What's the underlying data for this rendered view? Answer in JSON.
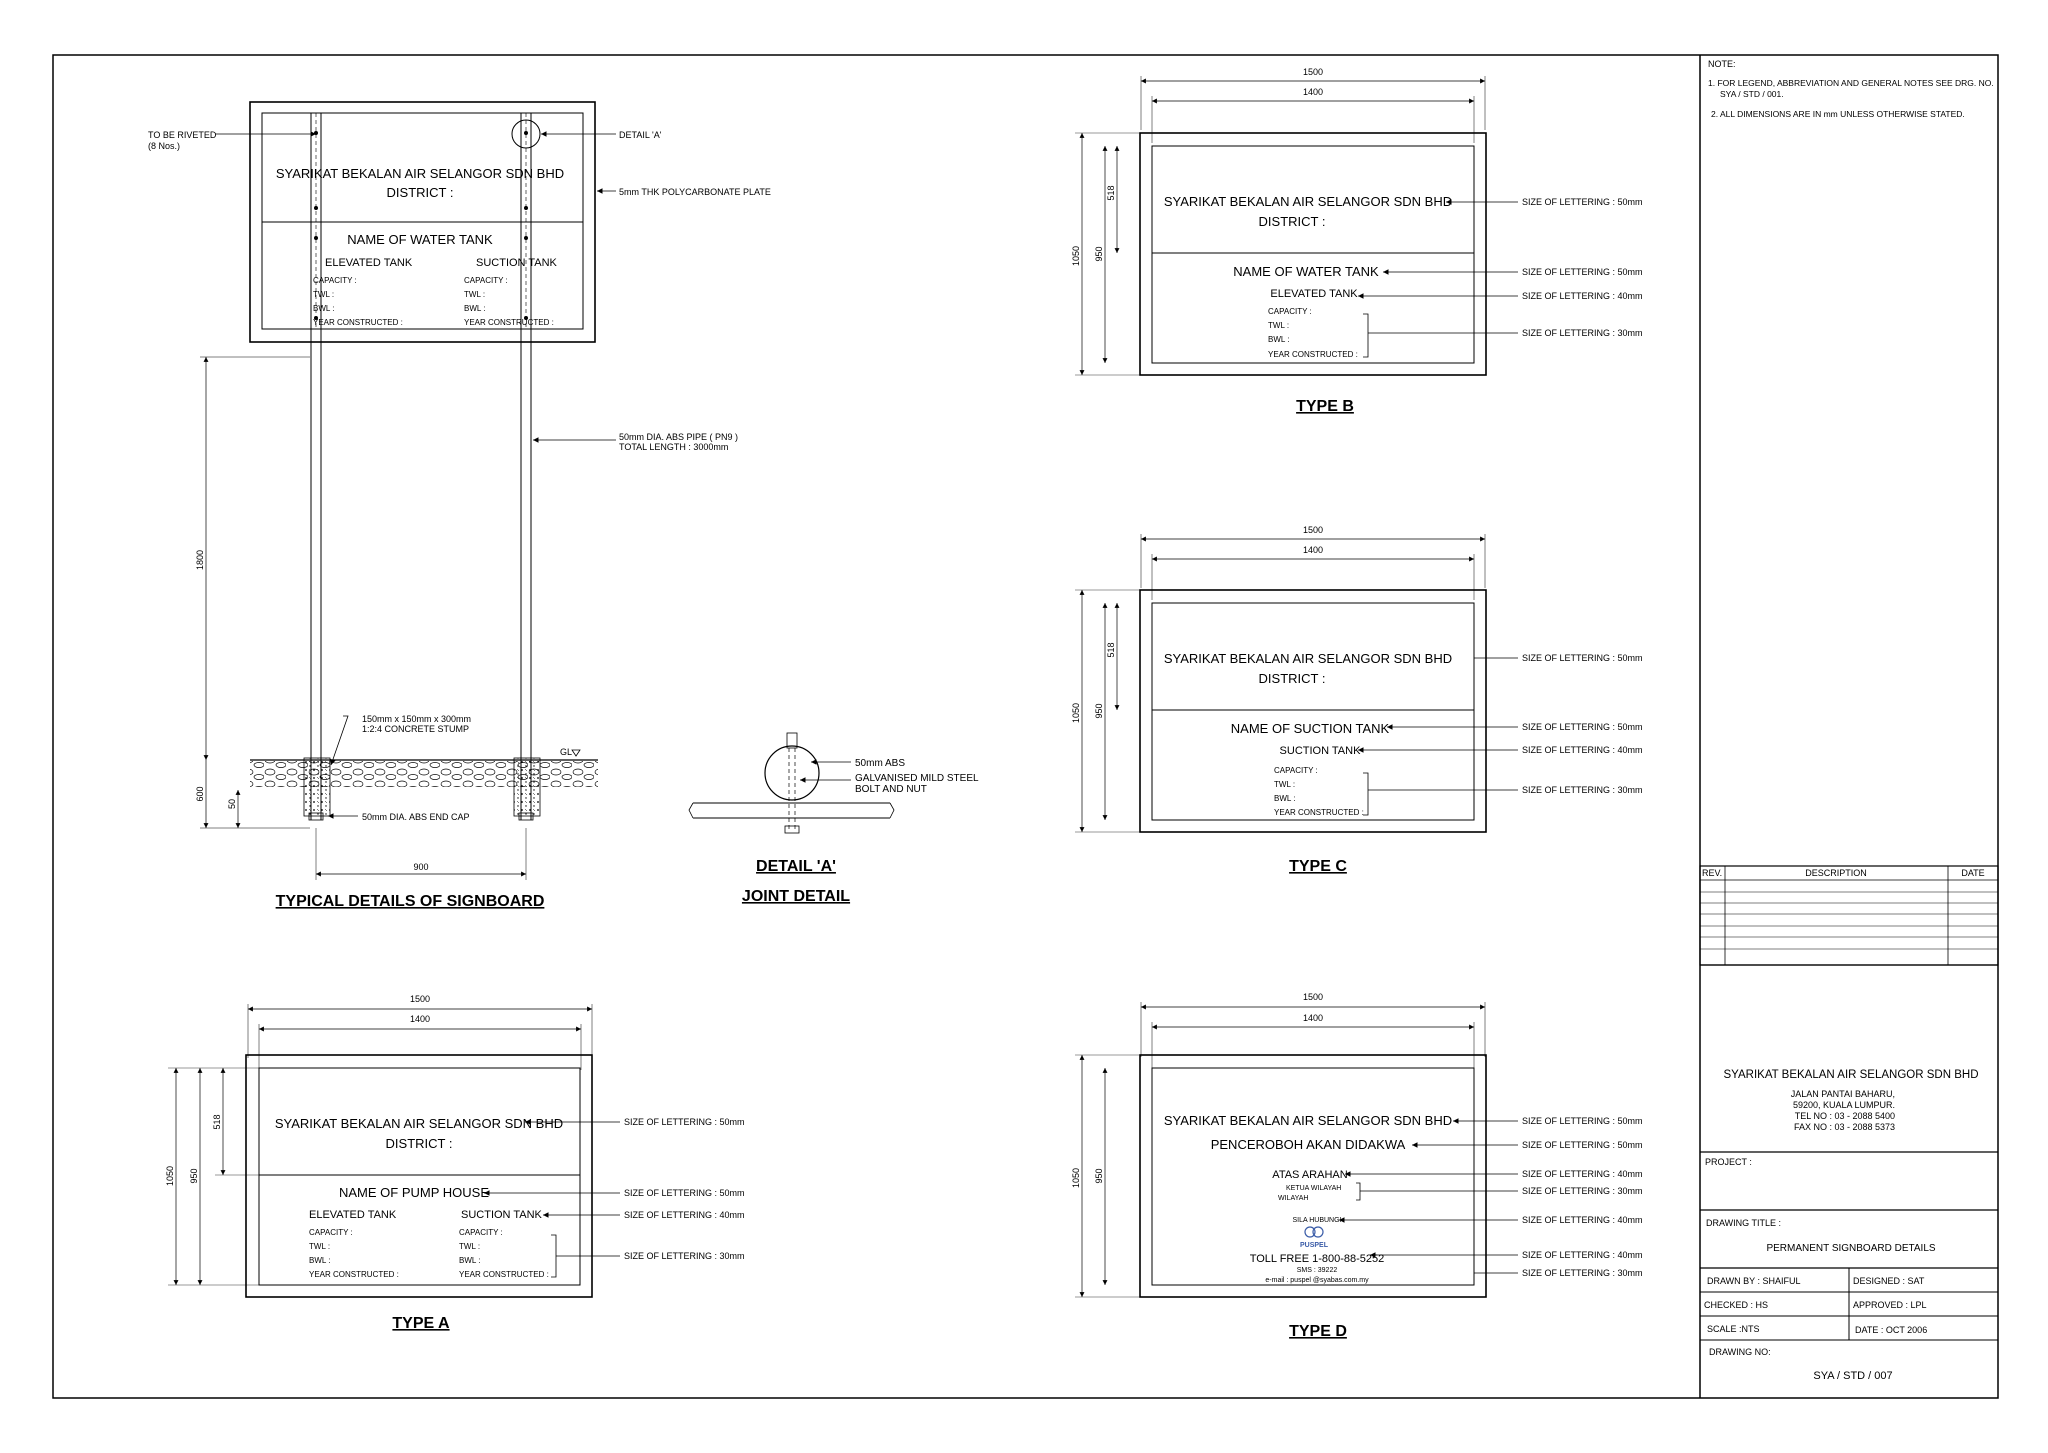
{
  "notes": {
    "heading": "NOTE:",
    "items": [
      "1. FOR LEGEND, ABBREVIATION AND GENERAL NOTES SEE DRG. NO.",
      "SYA / STD / 001.",
      "2. ALL DIMENSIONS ARE IN mm UNLESS OTHERWISE STATED."
    ]
  },
  "typical": {
    "title": "TYPICAL DETAILS OF SIGNBOARD",
    "company": "SYARIKAT BEKALAN AIR SELANGOR SDN BHD",
    "district": "DISTRICT :",
    "tank_name": "NAME OF WATER TANK",
    "elevated": "ELEVATED TANK",
    "suction": "SUCTION TANK",
    "fields": [
      "CAPACITY :",
      "TWL :",
      "BWL :",
      "YEAR CONSTRUCTED :"
    ],
    "callouts": {
      "riveted": "TO BE RIVETED",
      "riveted_qty": "(8 Nos.)",
      "detail_a": "DETAIL 'A'",
      "plate": "5mm THK POLYCARBONATE PLATE",
      "pipe": "50mm DIA. ABS PIPE ( PN9 )",
      "pipe_len": "TOTAL LENGTH : 3000mm",
      "stump": "150mm x 150mm x 300mm",
      "stump_mix": "1:2:4 CONCRETE STUMP",
      "gl": "GL",
      "end_cap": "50mm DIA. ABS END CAP"
    },
    "dims": {
      "post_height": "1800",
      "footing": "600",
      "cap": "50",
      "spacing": "900"
    }
  },
  "detail_a": {
    "title": "DETAIL 'A'",
    "subtitle": "JOINT DETAIL",
    "abs": "50mm ABS",
    "bolt1": "GALVANISED MILD STEEL",
    "bolt2": "BOLT AND NUT"
  },
  "dims": {
    "w_outer": "1500",
    "w_inner": "1400",
    "h_outer": "1050",
    "h_inner": "950",
    "h_top": "518"
  },
  "lettering": {
    "l50": "SIZE OF LETTERING : 50mm",
    "l40": "SIZE OF LETTERING : 40mm",
    "l30": "SIZE OF LETTERING : 30mm"
  },
  "type_a": {
    "title": "TYPE A",
    "company": "SYARIKAT BEKALAN AIR SELANGOR SDN BHD",
    "district": "DISTRICT :",
    "name": "NAME OF PUMP HOUSE",
    "elevated": "ELEVATED TANK",
    "suction": "SUCTION TANK",
    "fields": [
      "CAPACITY :",
      "TWL :",
      "BWL :",
      "YEAR CONSTRUCTED :"
    ]
  },
  "type_b": {
    "title": "TYPE B",
    "company": "SYARIKAT BEKALAN AIR SELANGOR SDN BHD",
    "district": "DISTRICT :",
    "name": "NAME OF WATER TANK",
    "sub": "ELEVATED TANK",
    "fields": [
      "CAPACITY :",
      "TWL :",
      "BWL :",
      "YEAR CONSTRUCTED :"
    ]
  },
  "type_c": {
    "title": "TYPE C",
    "company": "SYARIKAT BEKALAN AIR SELANGOR SDN BHD",
    "district": "DISTRICT :",
    "name": "NAME OF SUCTION TANK",
    "sub": "SUCTION TANK",
    "fields": [
      "CAPACITY :",
      "TWL :",
      "BWL :",
      "YEAR CONSTRUCTED :"
    ]
  },
  "type_d": {
    "title": "TYPE D",
    "company": "SYARIKAT BEKALAN AIR SELANGOR SDN BHD",
    "warning": "PENCEROBOH AKAN DIDAKWA",
    "atas": "ATAS ARAHAN",
    "ketua": "KETUA WILAYAH",
    "wilayah": "WILAYAH",
    "sila": "SILA HUBUNGI",
    "logo": "PUSPEL",
    "toll": "TOLL FREE 1-800-88-5252",
    "sms": "SMS : 39222",
    "email": "e-mail : puspel @syabas.com.my"
  },
  "titleblock": {
    "rev": "REV.",
    "description": "DESCRIPTION",
    "date": "DATE",
    "company": "SYARIKAT BEKALAN AIR SELANGOR SDN BHD",
    "address": [
      "JALAN PANTAI BAHARU,",
      "59200, KUALA LUMPUR.",
      "TEL NO : 03 - 2088 5400",
      "FAX NO : 03 - 2088 5373"
    ],
    "project": "PROJECT :",
    "drawing_title_label": "DRAWING TITLE :",
    "drawing_title": "PERMANENT SIGNBOARD DETAILS",
    "drawn_by": "DRAWN BY : SHAIFUL",
    "designed": "DESIGNED : SAT",
    "checked": "CHECKED : HS",
    "approved": "APPROVED : LPL",
    "scale": "SCALE :NTS",
    "date_value": "DATE : OCT 2006",
    "drawing_no_label": "DRAWING NO:",
    "drawing_no": "SYA / STD / 007"
  }
}
